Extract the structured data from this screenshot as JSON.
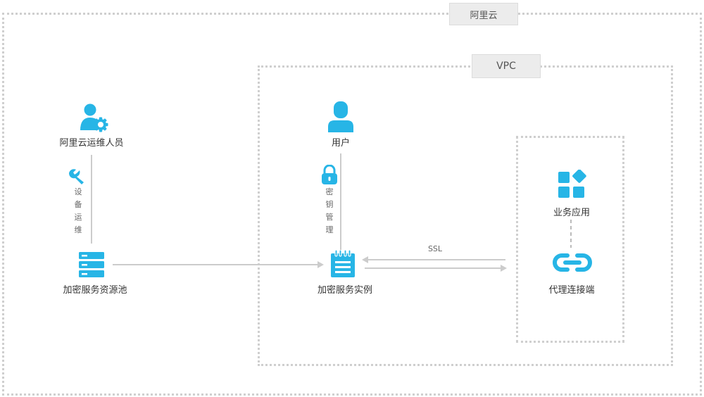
{
  "regions": {
    "aliyun": "阿里云",
    "vpc": "VPC"
  },
  "nodes": {
    "ops_staff": "阿里云运维人员",
    "user": "用户",
    "pool": "加密服务资源池",
    "instance": "加密服务实例",
    "business_app": "业务应用",
    "proxy": "代理连接端"
  },
  "edges": {
    "device_ops": "设备运维",
    "key_mgmt": "密钥管理",
    "ssl": "SSL"
  },
  "colors": {
    "icon": "#27b5e6",
    "line": "#cccccc",
    "border": "#cfcfcf"
  },
  "icons": {
    "ops_staff": "user-gear-icon",
    "user": "user-icon",
    "pool": "server-icon",
    "instance": "notepad-icon",
    "business_app": "apps-grid-icon",
    "proxy": "link-icon",
    "device_ops": "wrench-icon",
    "key_mgmt": "lock-icon"
  }
}
